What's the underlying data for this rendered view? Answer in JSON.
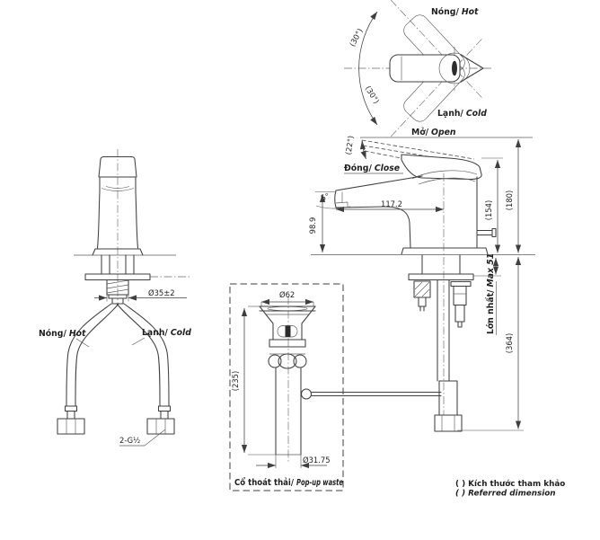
{
  "meta": {
    "background": "#ffffff",
    "line_color": "#3f3f3f",
    "text_color": "#1f1f1f",
    "drawing_type": "faucet technical dimension drawing"
  },
  "top_view": {
    "hot": {
      "vi": "Nóng/",
      "en": "Hot"
    },
    "cold": {
      "vi": "Lạnh/",
      "en": "Cold"
    },
    "swing_angle_upper": "(30°)",
    "swing_angle_lower": "(30°)"
  },
  "side_view": {
    "open": {
      "vi": "Mở/",
      "en": "Open"
    },
    "close": {
      "vi": "Đóng/",
      "en": "Close"
    },
    "open_angle": "(22°)",
    "spout_angle": "5°",
    "spout_reach": "117.2",
    "spout_height": "98.9",
    "height_closed": "(154)",
    "height_open": "(180)",
    "max_deck": {
      "vi": "Lớn nhất/",
      "en": "Max 51"
    },
    "below_deck": "(364)"
  },
  "front_view": {
    "shank_diameter": "Ø35±2",
    "hot": {
      "vi": "Nóng/",
      "en": "Hot"
    },
    "cold": {
      "vi": "Lạnh/",
      "en": "Cold"
    },
    "hose_thread": "2-G½"
  },
  "popup": {
    "flange_diameter": "Ø62",
    "length": "(235)",
    "tail_diameter": "Ø31.75",
    "caption": {
      "vi": "Cổ thoát thải/",
      "en": "Pop-up waste"
    }
  },
  "legend": {
    "vi": "( ) Kích thước tham khảo",
    "en": "( ) Referred dimension"
  }
}
